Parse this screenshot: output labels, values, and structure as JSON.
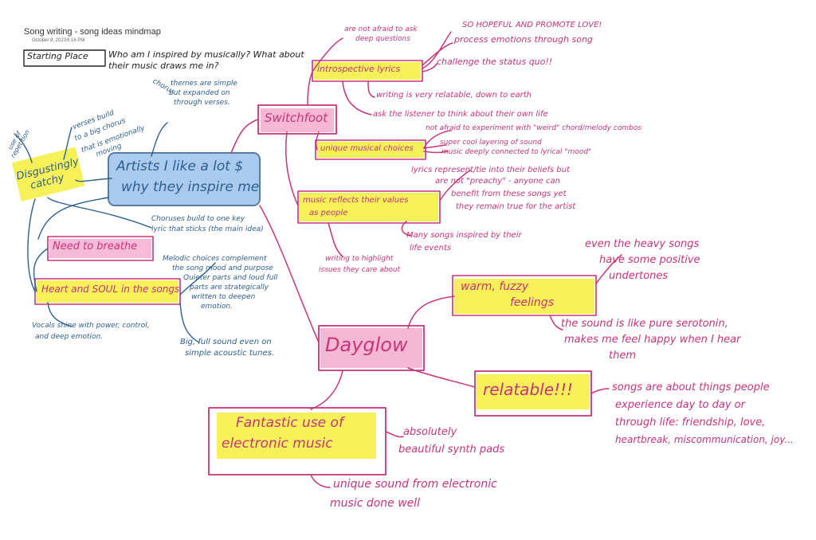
{
  "header": {
    "title": "Song writing - song ideas mindmap",
    "date": "October 8, 2023",
    "time": "6:16 PM"
  },
  "starting": {
    "label": "Starting Place",
    "question_line1": "Who am I inspired by musically? What about",
    "question_line2": "their music draws me in?"
  },
  "central": {
    "line1": "Artists I like a lot $",
    "line2": "why they inspire me"
  },
  "left": {
    "catchy_line1": "Disgustingly",
    "catchy_line2": "catchy",
    "use_rep1": "use of",
    "use_rep2": "repetition",
    "verses1": "verses build",
    "verses2": "to a big chorus",
    "verses3": "that is emotionally",
    "verses4": "moving",
    "chorus1": "chorus",
    "chorus2": "themes are simple",
    "chorus3": "but expanded on",
    "chorus4": "through verses.",
    "choruses1": "Choruses build to one key",
    "choruses2": "lyric that sticks (the main idea)",
    "breathe": "Need to breathe",
    "heart": "Heart and SOUL in the songs",
    "melodic1": "Melodic choices complement",
    "melodic2": "the song mood and purpose",
    "melodic3": "Quieter parts and loud full",
    "melodic4": "parts are strategically",
    "melodic5": "written to deepen",
    "melodic6": "emotion.",
    "vocals1": "Vocals shine with power, control,",
    "vocals2": "and deep emotion.",
    "big1": "Big, full sound even on",
    "big2": "simple acoustic tunes."
  },
  "switchfoot": {
    "label": "Switchfoot",
    "introspective": "introspective lyrics",
    "afraid1": "are not afraid to ask",
    "afraid2": "deep questions",
    "hopeful": "SO HOPEFUL AND PROMOTE LOVE!",
    "process": "process emotions through song",
    "challenge": "challenge the status quo!!",
    "relatable": "writing is very relatable, down to earth",
    "ask": "ask the listener to think about their own life",
    "unique": "unique musical choices",
    "notafraid": "not afraid to experiment with \"weird\" chord/melody combos",
    "supercool": "super cool layering of sound",
    "connected": "music deeply connected to lyrical \"mood\"",
    "reflects1": "music reflects their values",
    "reflects2": "as people",
    "lyrics1": "lyrics represent/tie into their beliefs but",
    "lyrics2": "are not \"preachy\" - anyone can",
    "lyrics3": "benefit from these songs yet",
    "lyrics4": "they remain true for the artist",
    "many1": "Many songs inspired by their",
    "many2": "life events",
    "writing1": "writing to highlight",
    "writing2": "issues they care about"
  },
  "dayglow": {
    "label": "Dayglow",
    "warm1": "warm, fuzzy",
    "warm2": "feelings",
    "heavy1": "even the heavy songs",
    "heavy2": "have some positive",
    "heavy3": "undertones",
    "sound1": "the sound is like pure serotonin,",
    "sound2": "makes me feel happy when I hear",
    "sound3": "them",
    "relatable": "relatable!!!",
    "songs1": "songs are about things people",
    "songs2": "experience day to day or",
    "songs3": "through life: friendship, love,",
    "songs4": "heartbreak, miscommunication, joy...",
    "fantastic1": "Fantastic use of",
    "fantastic2": "electronic music",
    "synth1": "absolutely",
    "synth2": "beautiful synth pads",
    "unique1": "unique sound from electronic",
    "unique2": "music done well"
  },
  "colors": {
    "blue_ink": "#2d5f8f",
    "pink_ink": "#c8337a",
    "yellow_highlight": "#f5ee3c",
    "pink_highlight": "#f2aacd",
    "blue_highlight": "#96beeb"
  }
}
